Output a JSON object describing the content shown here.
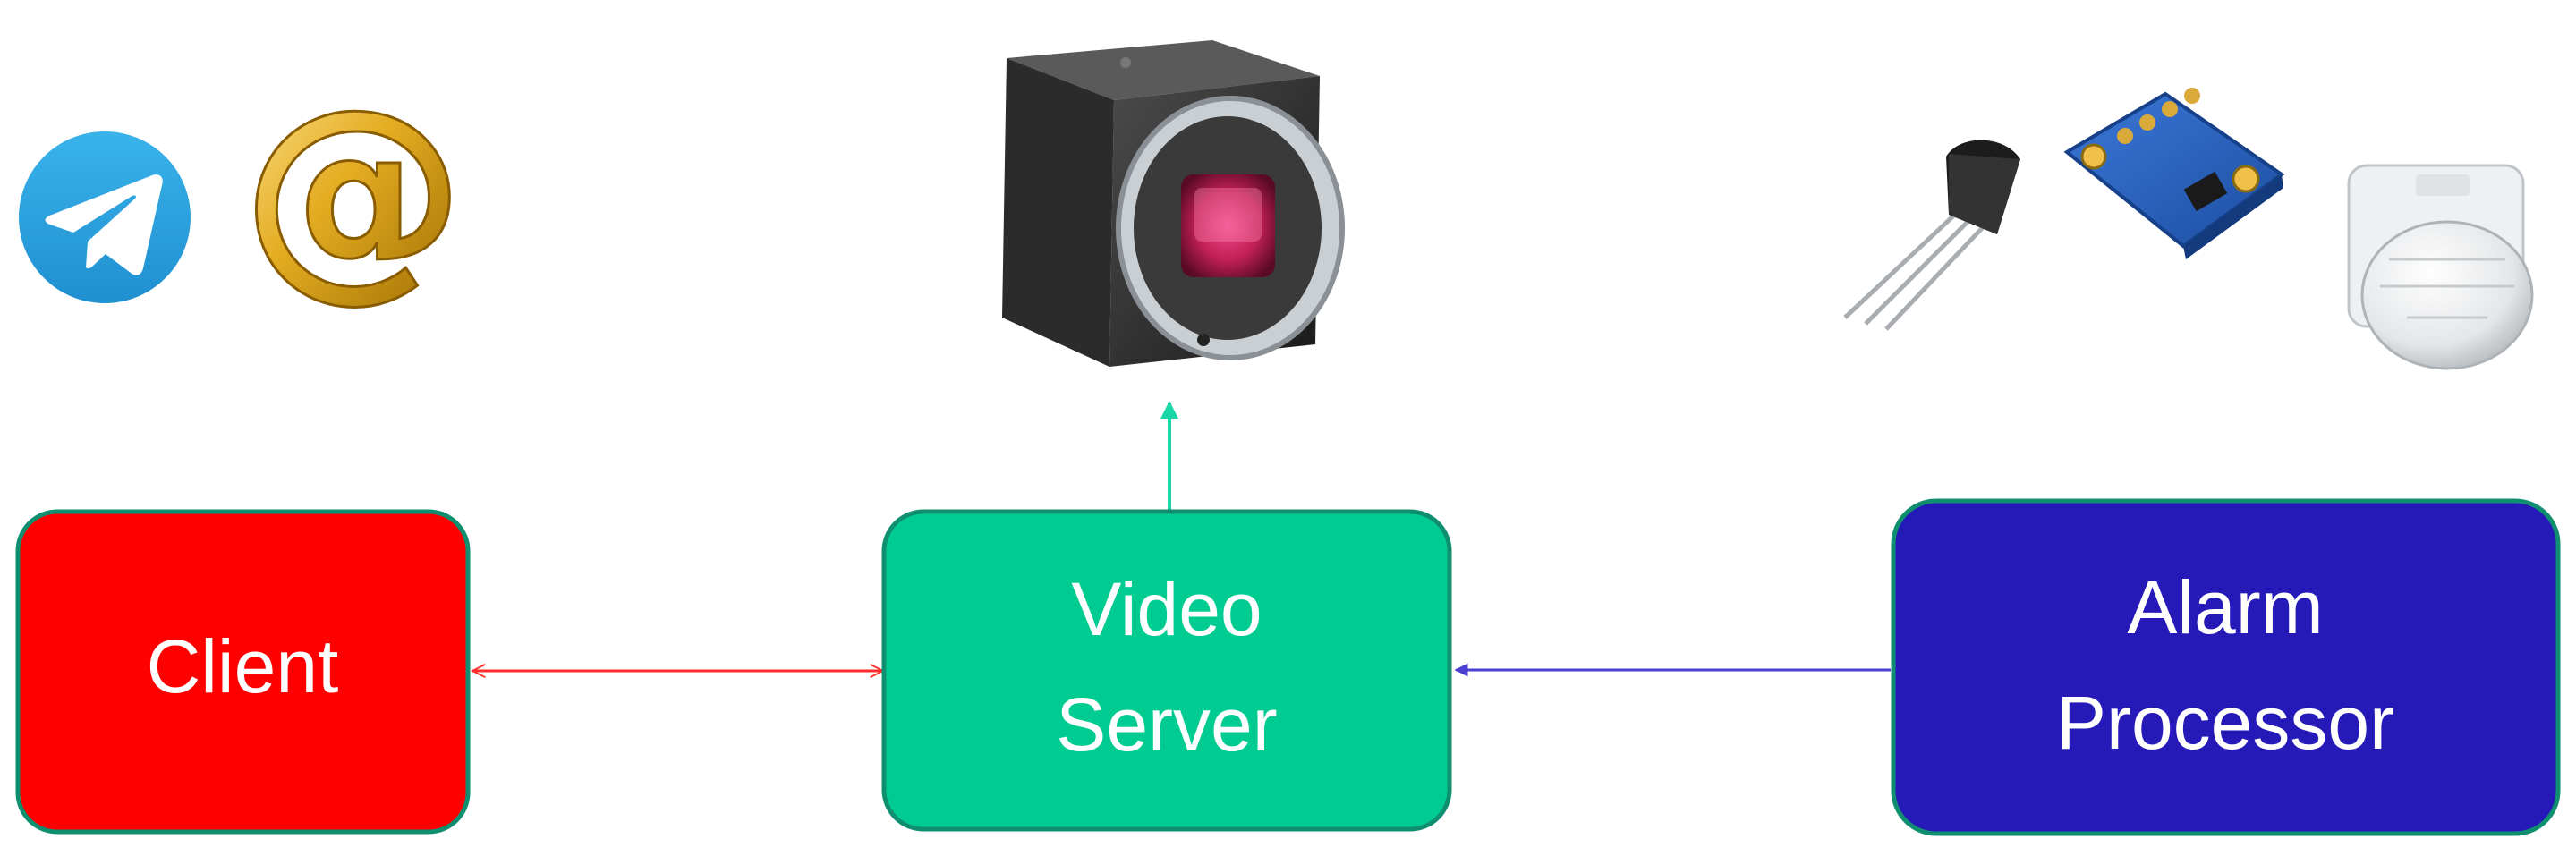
{
  "nodes": {
    "client": {
      "label": "Client",
      "fill": "#ff0000",
      "stroke": "#0f8f6f"
    },
    "video_server": {
      "label_lines": [
        "Video",
        "Server"
      ],
      "fill": "#00cc92",
      "stroke": "#0f8f6f"
    },
    "alarm_processor": {
      "label_lines": [
        "Alarm",
        "Processor"
      ],
      "fill": "#2519b8",
      "stroke": "#0f8f6f"
    }
  },
  "edges": {
    "client_video_server": {
      "color": "#ff2a2a",
      "direction": "bidirectional"
    },
    "video_server_camera": {
      "color": "#19d6a7",
      "direction": "to-camera"
    },
    "alarm_processor_video_server": {
      "color": "#4b3fd1",
      "direction": "to-video-server"
    }
  },
  "icons": {
    "client_side": [
      "telegram-icon",
      "email-at-icon"
    ],
    "video_side": [
      "camera-icon"
    ],
    "alarm_side": [
      "temperature-sensor-icon",
      "sensor-board-icon",
      "motion-sensor-icon"
    ]
  }
}
